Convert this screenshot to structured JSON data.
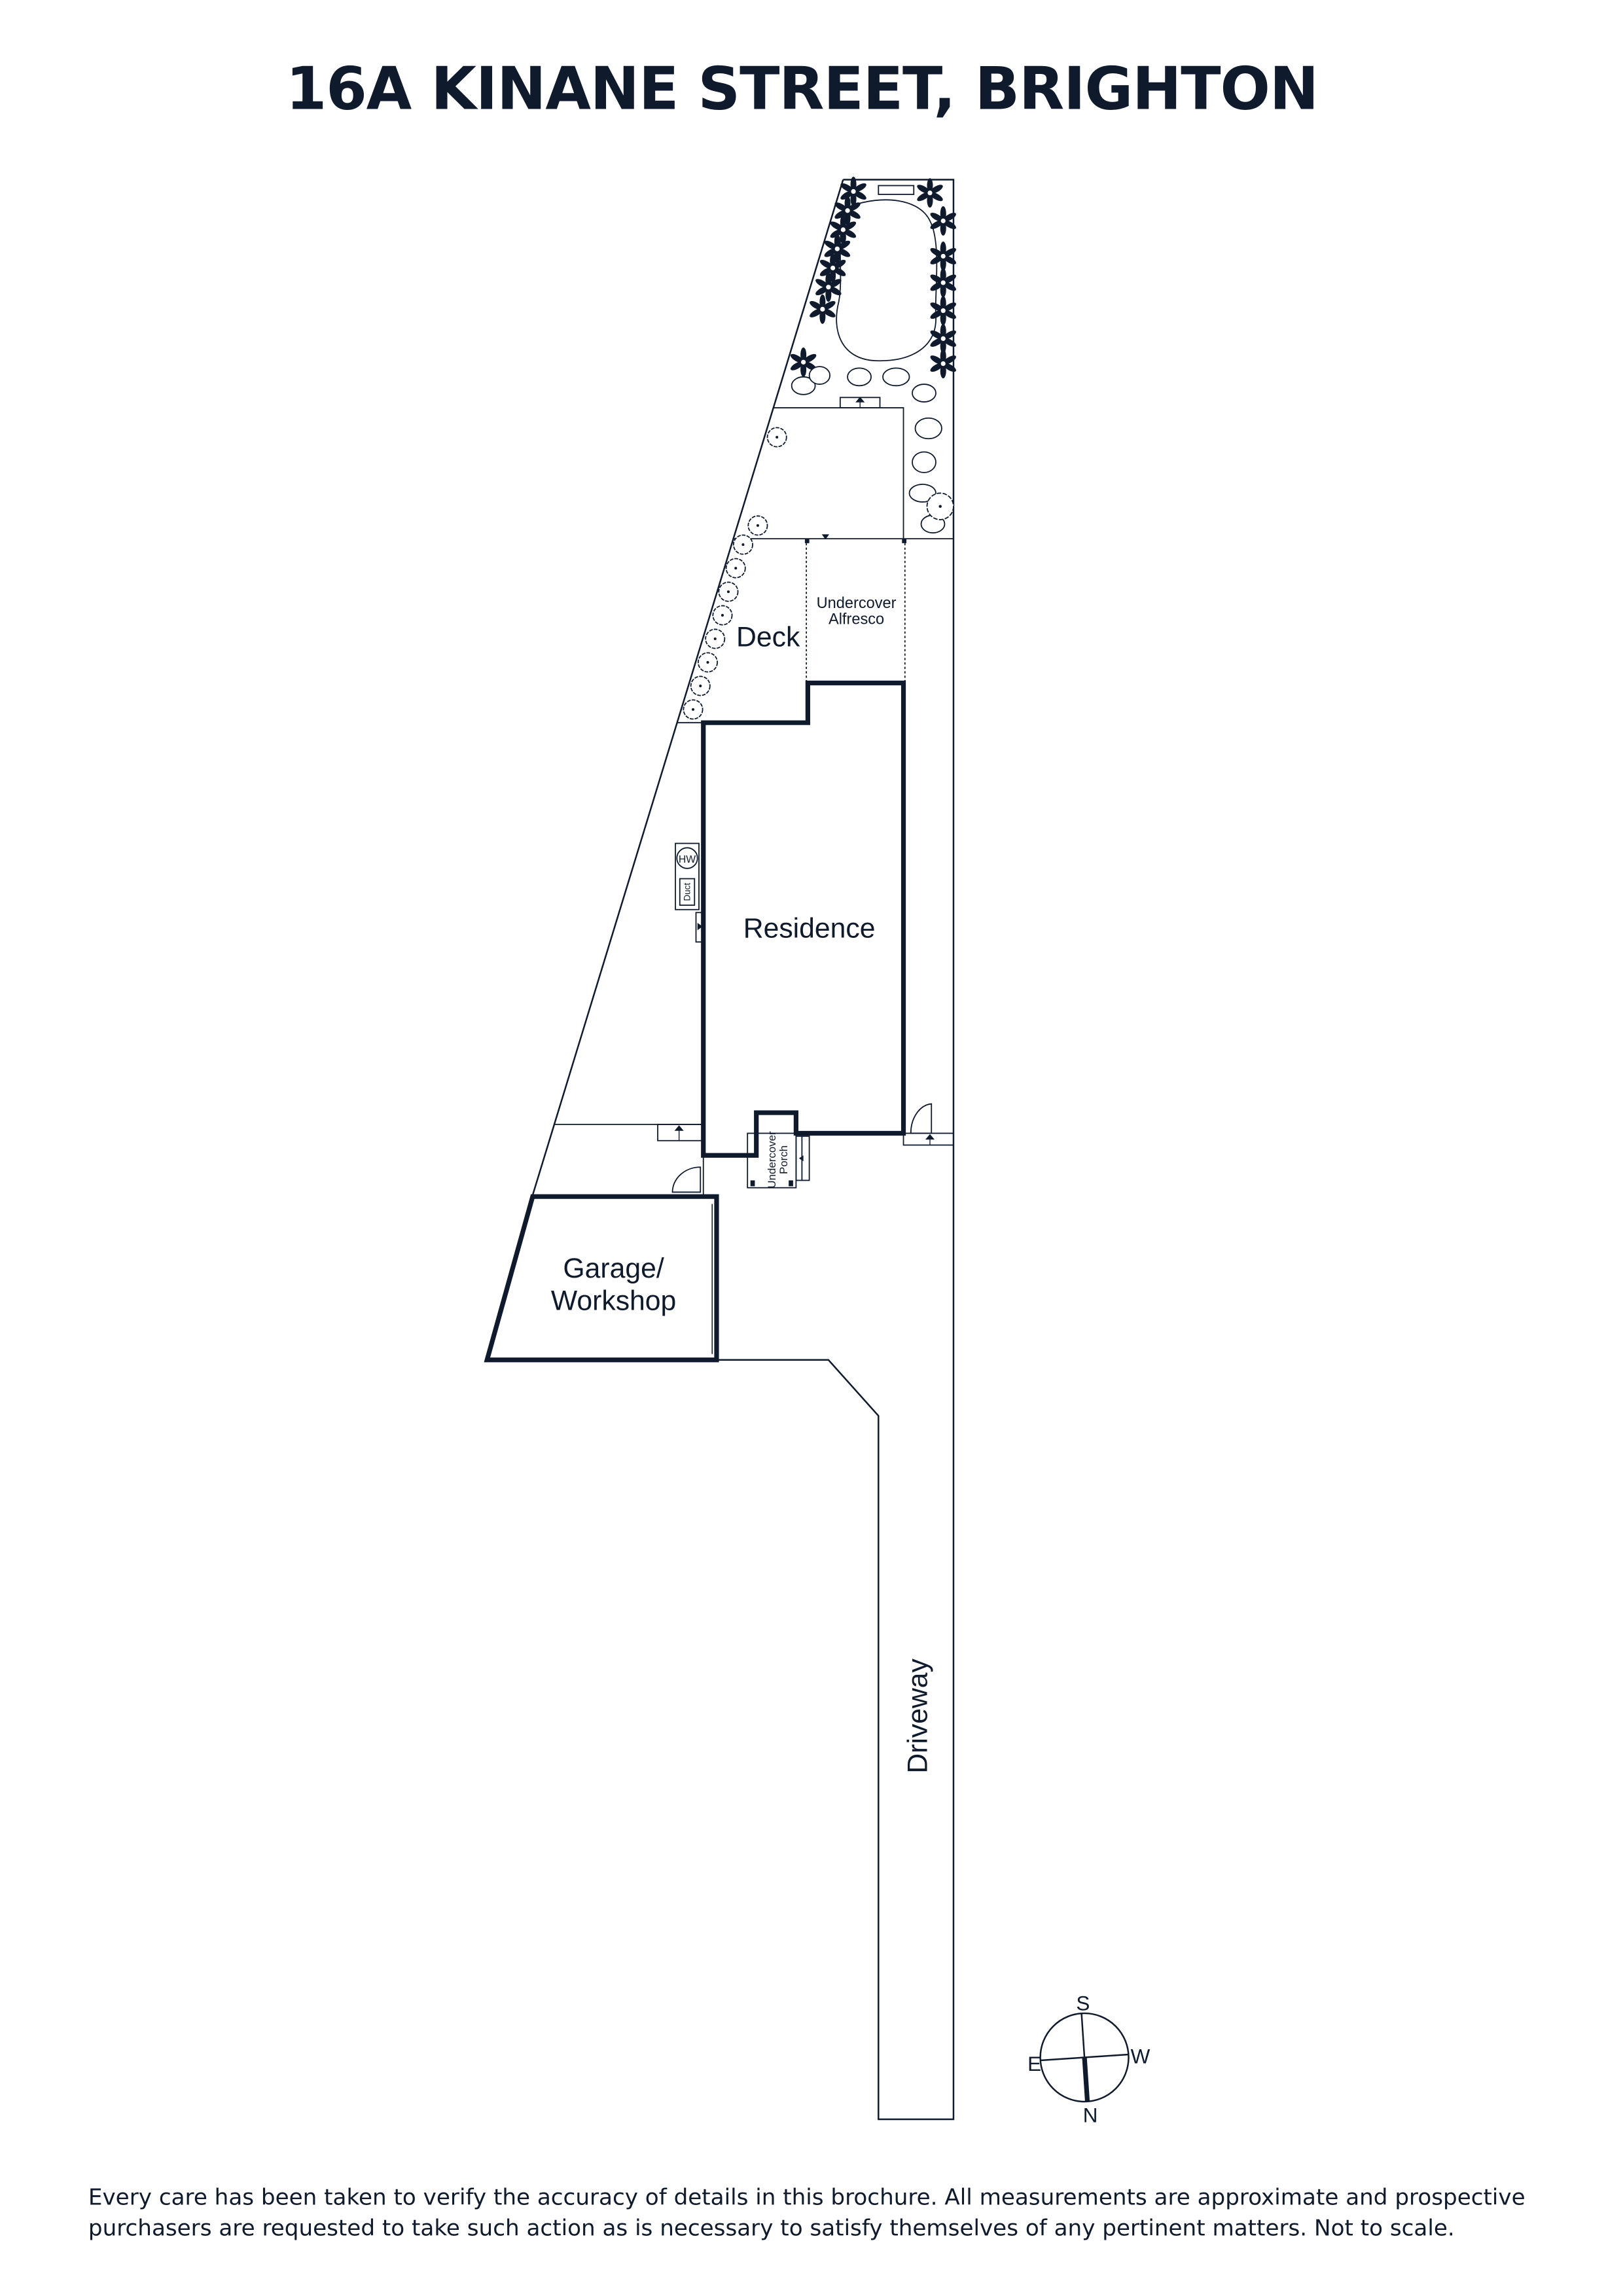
{
  "title": "16A KINANE STREET, BRIGHTON",
  "rooms": {
    "deck": "Deck",
    "alfresco_line1": "Undercover",
    "alfresco_line2": "Alfresco",
    "residence": "Residence",
    "garage_line1": "Garage/",
    "garage_line2": "Workshop",
    "porch_line1": "Undercover",
    "porch_line2": "Porch",
    "driveway": "Driveway",
    "hot_water": "HW",
    "duct": "Duct"
  },
  "compass": {
    "north": "N",
    "south": "S",
    "east": "E",
    "west": "W"
  },
  "disclaimer": {
    "line1": "Every care has been taken to verify the accuracy of details in this brochure. All measurements are approximate and prospective",
    "line2": "purchasers are requested to take such action as is necessary to satisfy themselves of any pertinent matters. Not to scale."
  },
  "colors": {
    "ink": "#0f1b2d",
    "background": "#ffffff"
  }
}
